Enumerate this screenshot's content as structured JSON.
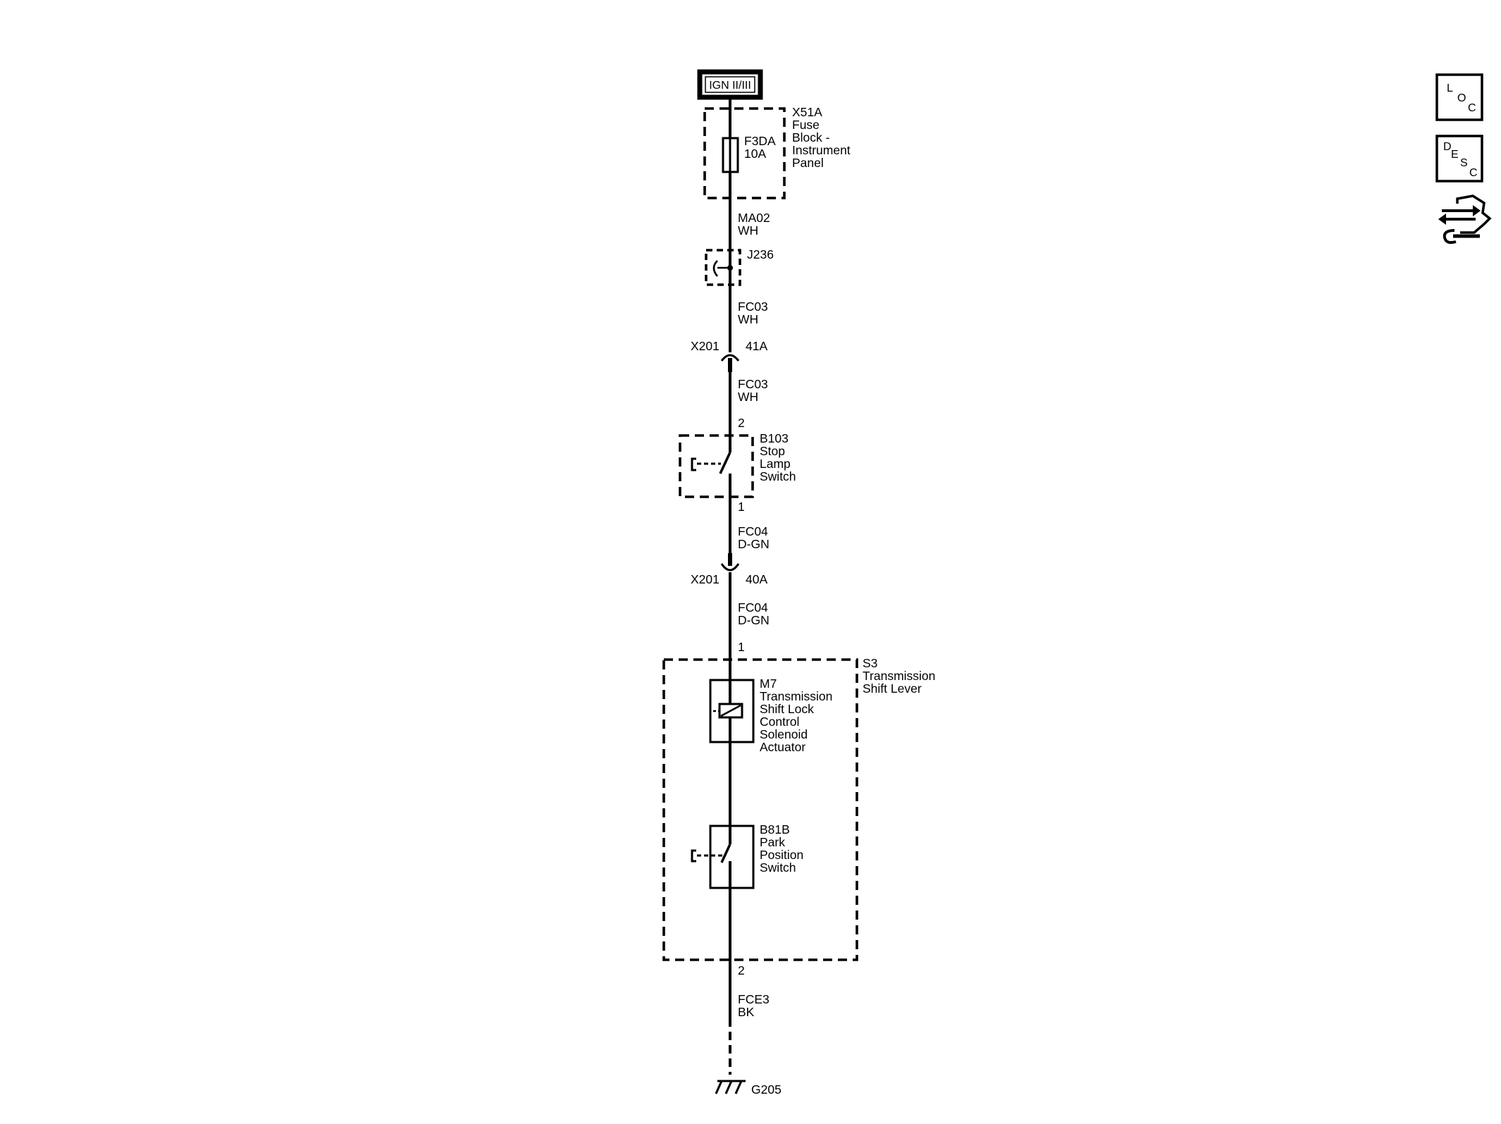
{
  "power_source": {
    "label": "IGN II/III"
  },
  "fuse_block": {
    "ref": "X51A",
    "lines": [
      "Fuse",
      "Block -",
      "Instrument",
      "Panel"
    ],
    "fuse_id": "F3DA",
    "fuse_rating": "10A"
  },
  "wire_1": {
    "circuit": "MA02",
    "color": "WH"
  },
  "junction": {
    "ref": "J236"
  },
  "wire_2": {
    "circuit": "FC03",
    "color": "WH"
  },
  "connector_1": {
    "ref": "X201",
    "pin": "41A"
  },
  "wire_3": {
    "circuit": "FC03",
    "color": "WH"
  },
  "stop_lamp_switch": {
    "pin_in": "2",
    "ref": "B103",
    "lines": [
      "Stop",
      "Lamp",
      "Switch"
    ],
    "pin_out": "1"
  },
  "wire_4": {
    "circuit": "FC04",
    "color": "D-GN"
  },
  "connector_2": {
    "ref": "X201",
    "pin": "40A"
  },
  "wire_5": {
    "circuit": "FC04",
    "color": "D-GN"
  },
  "shift_lever": {
    "pin_in": "1",
    "ref": "S3",
    "lines": [
      "Transmission",
      "Shift Lever"
    ],
    "pin_out": "2"
  },
  "solenoid": {
    "ref": "M7",
    "lines": [
      "Transmission",
      "Shift Lock",
      "Control",
      "Solenoid",
      "Actuator"
    ]
  },
  "park_switch": {
    "ref": "B81B",
    "lines": [
      "Park",
      "Position",
      "Switch"
    ]
  },
  "wire_6": {
    "circuit": "FCE3",
    "color": "BK"
  },
  "ground": {
    "ref": "G205"
  },
  "side_icons": [
    {
      "name": "loc-icon",
      "letters": [
        "L",
        "O",
        "C"
      ]
    },
    {
      "name": "desc-icon",
      "letters": [
        "D",
        "E",
        "S",
        "C"
      ]
    },
    {
      "name": "diagnostic-connector-icon"
    }
  ]
}
